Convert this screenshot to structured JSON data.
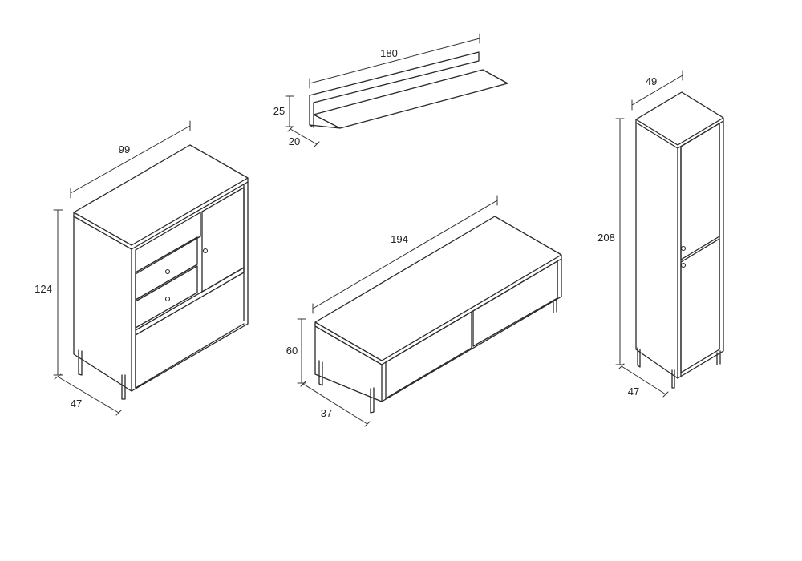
{
  "sideboard": {
    "width": "99",
    "height": "124",
    "depth": "47"
  },
  "shelf": {
    "width": "180",
    "height": "25",
    "depth": "20"
  },
  "tv_unit": {
    "width": "194",
    "height": "60",
    "depth": "37"
  },
  "tall_cabinet": {
    "width": "49",
    "height": "208",
    "depth": "47"
  },
  "colors": {
    "line": "#2a2a2a",
    "background": "#ffffff"
  }
}
